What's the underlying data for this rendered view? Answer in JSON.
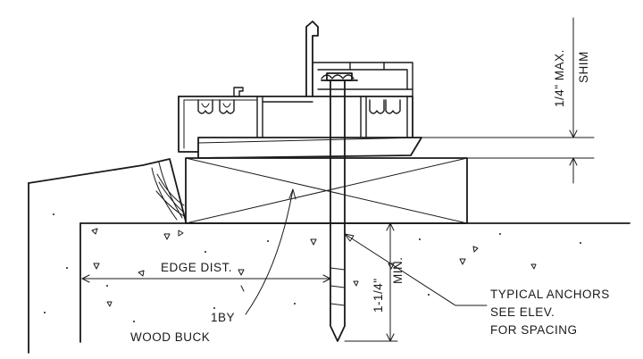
{
  "labels": {
    "shim_max": "1/4\" MAX.",
    "shim": "SHIM",
    "edge_dist": "EDGE DIST.",
    "min_embed": "1-1/4\"",
    "min": "MIN.",
    "anchors_line1": "TYPICAL ANCHORS",
    "anchors_line2": "SEE ELEV.",
    "anchors_line3": "FOR SPACING",
    "buck_line1": "1BY",
    "buck_line2": "WOOD BUCK"
  },
  "colors": {
    "ink": "#1a1a1a",
    "paper": "#ffffff"
  }
}
